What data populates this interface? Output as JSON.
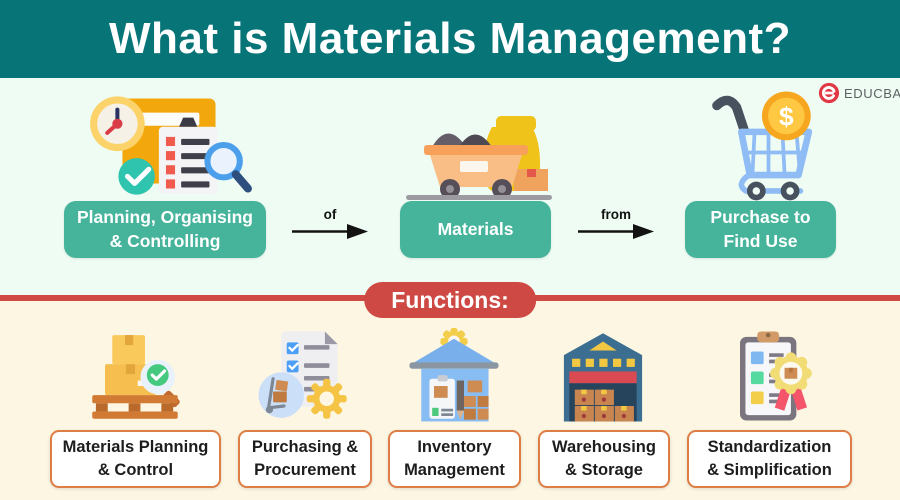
{
  "header": {
    "title": "What is Materials Management?"
  },
  "brand": {
    "name": "EDUCBA"
  },
  "flow": {
    "connector_of": "of",
    "connector_from": "from",
    "coin_symbol": "$",
    "nodes": [
      {
        "label": "Planning, Organising\n& Controlling",
        "icon": "planning-organising-icon"
      },
      {
        "label": "Materials",
        "icon": "materials-cart-icon"
      },
      {
        "label": "Purchase to\nFind Use",
        "icon": "purchase-cart-coin-icon"
      }
    ]
  },
  "functions": {
    "badge_label": "Functions:",
    "items": [
      {
        "label": "Materials Planning\n& Control",
        "icon": "pallet-boxes-magnifier-icon"
      },
      {
        "label": "Purchasing &\nProcurement",
        "icon": "checklist-trolley-gear-icon"
      },
      {
        "label": "Inventory\nManagement",
        "icon": "warehouse-clipboard-pencil-icon"
      },
      {
        "label": "Warehousing\n& Storage",
        "icon": "warehouse-building-boxes-icon"
      },
      {
        "label": "Standardization\n& Simplification",
        "icon": "clipboard-award-badge-icon"
      }
    ]
  },
  "colors": {
    "header_bg": "#077478",
    "top_bg": "#EEFCF4",
    "bottom_bg": "#FDF6E3",
    "button_green": "#45B49B",
    "accent_red": "#CE4943",
    "label_border_orange": "#DD7E45"
  }
}
